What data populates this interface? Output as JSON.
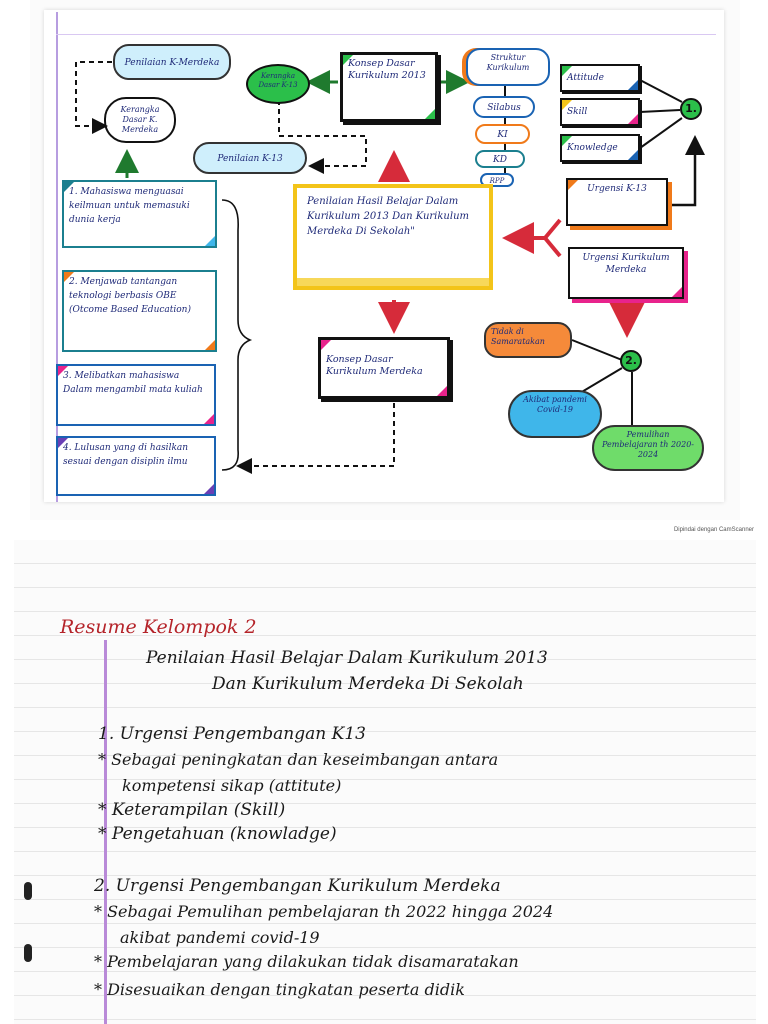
{
  "diagram": {
    "center": "Penilaian Hasil Belajar Dalam Kurikulum 2013 Dan Kurikulum Merdeka Di Sekolah\"",
    "konsep_2013": "Konsep Dasar Kurikulum 2013",
    "konsep_merdeka": "Konsep Dasar Kurikulum Merdeka",
    "penilaian_merdeka": "Penilaian K-Merdeka",
    "penilaian_k13": "Penilaian K-13",
    "kerangka": "Kerangka Dasar K. Merdeka",
    "kerangka_k13": "Kerangka Dasar K-13",
    "struktur": [
      "Struktur Kurikulum",
      "Silabus",
      "KI",
      "KD",
      "RPP"
    ],
    "aspek": [
      "Attitude",
      "Skill",
      "Knowledge"
    ],
    "urgensi_k13": "Urgensi K-13",
    "urgensi_merdeka": "Urgensi Kurikulum Merdeka",
    "num1": "1.",
    "num2": "2.",
    "merdeka_points": [
      "Tidak di Samaratakan",
      "Akibat pandemi Covid-19",
      "Pemulihan Pembelajaran th 2020-2024"
    ],
    "list_items": [
      "1. Mahasiswa menguasai keilmuan untuk memasuki dunia kerja",
      "2. Menjawab tantangan teknologi berbasis OBE (Otcome Based Education)",
      "3. Melibatkan mahasiswa Dalam mengambil mata kuliah",
      "4. Lulusan yang di hasilkan sesuai dengan disiplin ilmu"
    ]
  },
  "scan_note": "Dipindai dengan CamScanner",
  "notes": {
    "title": "Resume Kelompok 2",
    "subtitle1": "Penilaian Hasil Belajar Dalam Kurikulum 2013",
    "subtitle2": "Dan Kurikulum Merdeka Di Sekolah",
    "lines": [
      "1. Urgensi Pengembangan K13",
      "* Sebagai peningkatan dan keseimbangan antara",
      "kompetensi sikap (attitute)",
      "* Keterampilan (Skill)",
      "* Pengetahuan (knowladge)",
      "2. Urgensi Pengembangan Kurikulum Merdeka",
      "* Sebagai Pemulihan pembelajaran th 2022 hingga 2024",
      "akibat pandemi covid-19",
      "* Pembelajaran yang dilakukan tidak disamaratakan",
      "* Disesuaikan dengan tingkatan peserta didik"
    ]
  },
  "colors": {
    "green": "#2bbf4a",
    "yellow": "#f3c419",
    "cyan": "#1b7f8f",
    "magenta": "#e8238c",
    "orange": "#f07a1a",
    "red": "#d62b3a"
  }
}
